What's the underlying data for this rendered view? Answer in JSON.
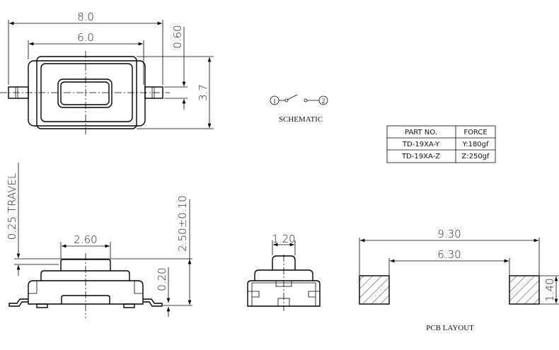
{
  "top_view": {
    "width_overall": "8.0",
    "width_body": "6.0",
    "terminal_width": "0.60",
    "height": "3.7"
  },
  "schematic": {
    "pin1": "1",
    "pin2": "2",
    "label": "SCHEMATIC"
  },
  "table": {
    "headers": [
      "PART NO.",
      "FORCE"
    ],
    "rows": [
      [
        "TD-19XA-Y",
        "Y:180gf"
      ],
      [
        "TD-19XA-Z",
        "Z:250gf"
      ]
    ]
  },
  "side_view": {
    "travel": "0.25 TRAVEL",
    "button_width": "2.60",
    "total_height": "2.50±0.10",
    "standoff": "0.20"
  },
  "front_view": {
    "button_width": "1.20"
  },
  "pcb_layout": {
    "outer": "9.30",
    "inner": "6.30",
    "pad_height": "1.40",
    "label": "PCB LAYOUT"
  }
}
